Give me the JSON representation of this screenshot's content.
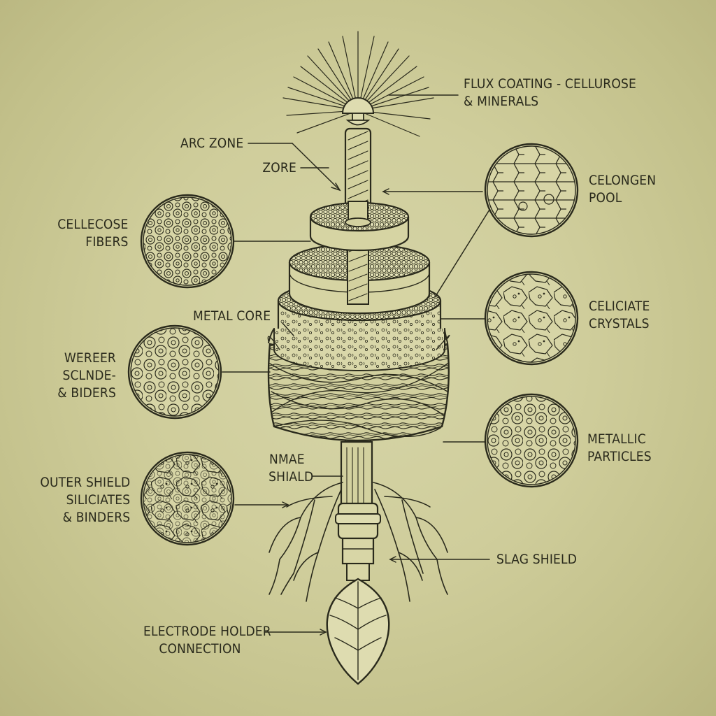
{
  "labels": {
    "flux_coating": [
      "FLUX COATING - CELLUROSE",
      "& MINERALS"
    ],
    "arc_zone": [
      "ARC ZONE"
    ],
    "zore": [
      "ZORE"
    ],
    "celongen_pool": [
      "CELONGEN",
      "POOL"
    ],
    "cellecose_fibers": [
      "CELLECOSE",
      "FIBERS"
    ],
    "metal_core": [
      "METAL CORE"
    ],
    "celiciate_crystals": [
      "CELICIATE",
      "CRYSTALS"
    ],
    "wereer_sclnde": [
      "WEREER",
      "SCLNDE-",
      "& BIDERS"
    ],
    "metallic_particles": [
      "METALLIC",
      "PARTICLES"
    ],
    "nmae_shiald": [
      "NMAE",
      "SHIALD"
    ],
    "outer_shield": [
      "OUTER SHIELD",
      "SILICIATES",
      "& BINDERS"
    ],
    "slag_shield": [
      "SLAG SHIELD"
    ],
    "electrode_holder": [
      "ELECTRODE HOLDER",
      "CONNECTION"
    ]
  },
  "colors": {
    "ink": "#2a2a1c",
    "paper": "#d3d2a2",
    "fill_light": "#dedcb0",
    "fill_mid": "#cfcd9a"
  }
}
